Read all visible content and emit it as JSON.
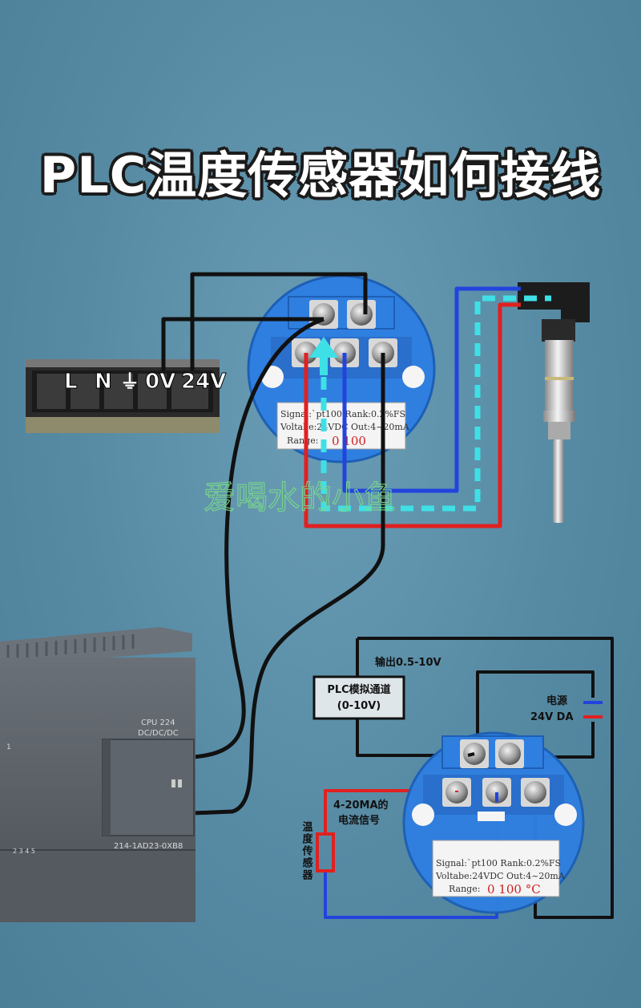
{
  "title": "PLC温度传感器如何接线",
  "watermark": "爱喝水的小鱼",
  "power_supply": {
    "terminal_labels": [
      "L",
      "N",
      "⏚",
      "0V",
      "24V"
    ]
  },
  "transmitter_top": {
    "label_signal": "Signal:`pt100 Rank:0.2%FS",
    "label_voltage": "Voltabe:24VDC Out:4~20mA",
    "label_range_prefix": "Range:",
    "label_range_value": "0 100"
  },
  "plc": {
    "model": "CPU 224",
    "power_type": "DC/DC/DC",
    "part_number": "214-1AD23-0XB8",
    "io_numbers": "2  3  4  5",
    "top_digit": "1"
  },
  "schematic": {
    "output_label": "输出0.5-10V",
    "plc_channel_line1": "PLC模拟通道",
    "plc_channel_line2": "(0-10V)",
    "power_line1": "电源",
    "power_line2": "24V DA",
    "current_signal_line1": "4-20MA的",
    "current_signal_line2": "电流信号",
    "sensor_vertical": "温度传感器"
  },
  "transmitter_bottom": {
    "label_signal": "Signal:`pt100 Rank:0.2%FS",
    "label_voltage": "Voltabe:24VDC Out:4~20mA",
    "label_range_prefix": "Range:",
    "label_range_value": "0 100 °C"
  },
  "colors": {
    "background": "#5a8fa8",
    "transmitter_blue": "#2f7fe0",
    "wire_red": "#e02020",
    "wire_blue": "#2244dd",
    "wire_black": "#111111",
    "signal_cyan": "#3ee0e6",
    "plc_body": "#5a5f66"
  },
  "icons": [
    "ground-icon",
    "screw-terminal-icon",
    "resistor-icon",
    "arrow-up-icon"
  ]
}
